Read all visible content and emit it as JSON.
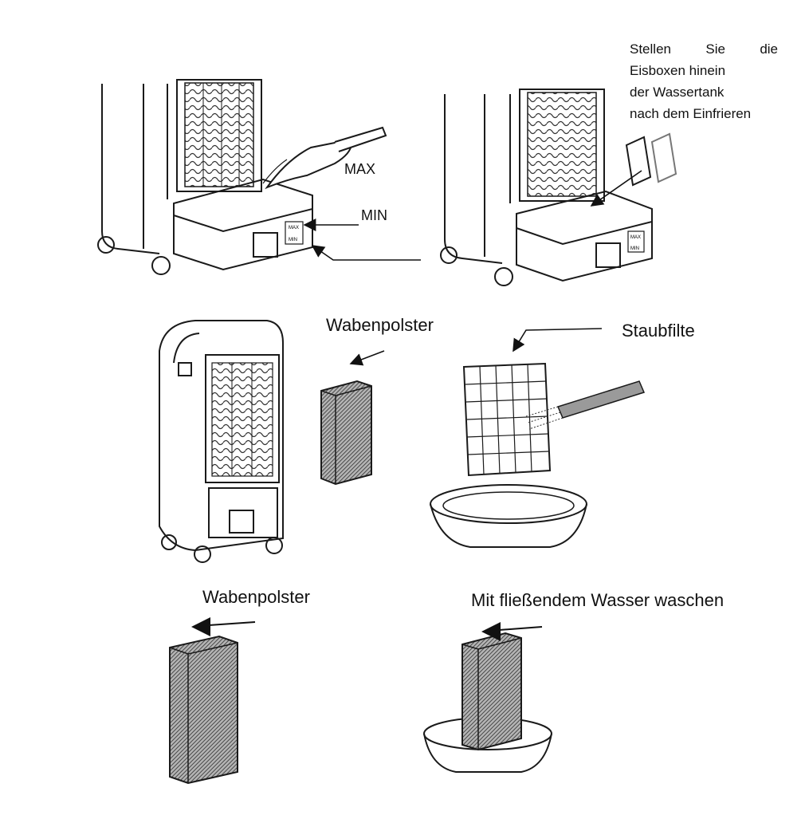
{
  "labels": {
    "max": "MAX",
    "min": "MIN",
    "ice_line1_a": "Stellen",
    "ice_line1_b": "Sie",
    "ice_line1_c": "die",
    "ice_line2": "Eisboxen hinein",
    "ice_line3": "der Wassertank",
    "ice_line4": "nach dem Einfrieren",
    "honeycomb_pad_1": "Wabenpolster",
    "dust_filter": "Staubfilte",
    "honeycomb_pad_2": "Wabenpolster",
    "wash_instruction": "Mit fließendem Wasser waschen"
  },
  "tank_marks": {
    "max": "MAX",
    "min": "MIN"
  },
  "colors": {
    "line": "#1a1a1a",
    "pad_fill": "#9a9a9a",
    "background": "#ffffff"
  }
}
